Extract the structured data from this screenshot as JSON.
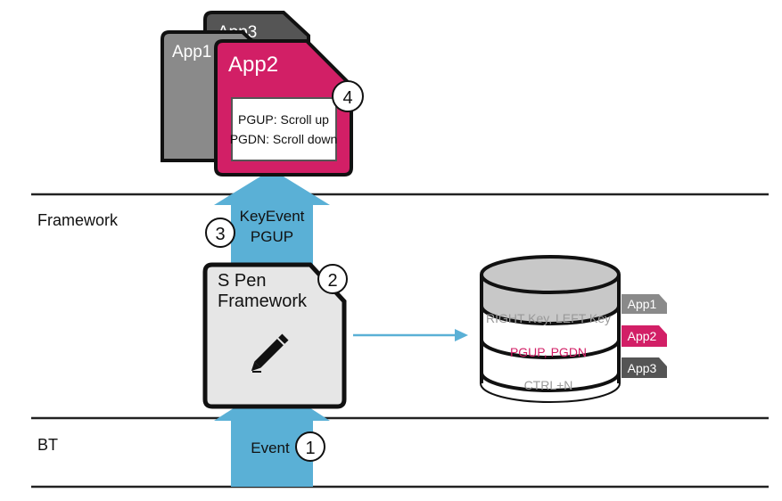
{
  "layers": {
    "framework": "Framework",
    "bt": "BT"
  },
  "apps": {
    "app1": "App1",
    "app2": "App2",
    "app3": "App3",
    "app2_mapping": [
      "PGUP: Scroll up",
      "PGDN: Scroll down"
    ]
  },
  "arrows": {
    "keyevent_line1": "KeyEvent",
    "keyevent_line2": "PGUP",
    "event": "Event"
  },
  "spen": {
    "title_line1": "S Pen",
    "title_line2": "Framework",
    "icon": "pen-icon"
  },
  "database": {
    "rows": [
      "RIGHT Key, LEFT Key",
      "PGUP, PGDN",
      "CTRL+N"
    ],
    "tags": [
      "App1",
      "App2",
      "App3"
    ]
  },
  "steps": [
    "1",
    "2",
    "3",
    "4"
  ],
  "colors": {
    "accent_blue": "#5ab0d6",
    "app2_magenta": "#d21f66",
    "app_gray": "#8a8a8a",
    "app_dark": "#555555",
    "box_gray": "#e6e6e6",
    "db_gray": "#c8c8c8"
  }
}
